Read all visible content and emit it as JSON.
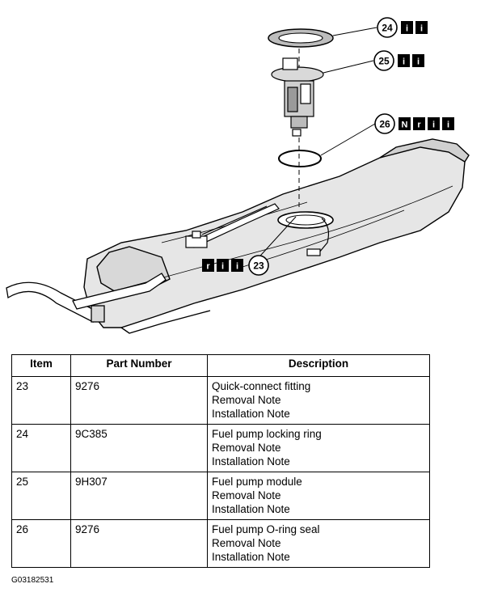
{
  "callouts": [
    {
      "num": "24",
      "badges": [
        "i",
        "i"
      ]
    },
    {
      "num": "25",
      "badges": [
        "i",
        "i"
      ]
    },
    {
      "num": "26",
      "badges": [
        "N",
        "r",
        "i",
        "i"
      ]
    },
    {
      "num": "23",
      "badges": [
        "r",
        "i",
        "i"
      ]
    }
  ],
  "table": {
    "headers": [
      "Item",
      "Part Number",
      "Description"
    ],
    "rows": [
      {
        "item": "23",
        "part": "9276",
        "desc": [
          "Quick-connect fitting",
          "Removal Note",
          "Installation Note"
        ]
      },
      {
        "item": "24",
        "part": "9C385",
        "desc": [
          "Fuel pump locking ring",
          "Removal Note",
          "Installation Note"
        ]
      },
      {
        "item": "25",
        "part": "9H307",
        "desc": [
          "Fuel pump module",
          "Removal Note",
          "Installation Note"
        ]
      },
      {
        "item": "26",
        "part": "9276",
        "desc": [
          "Fuel pump O-ring seal",
          "Removal Note",
          "Installation Note"
        ]
      }
    ]
  },
  "figure_id": "G03182531"
}
